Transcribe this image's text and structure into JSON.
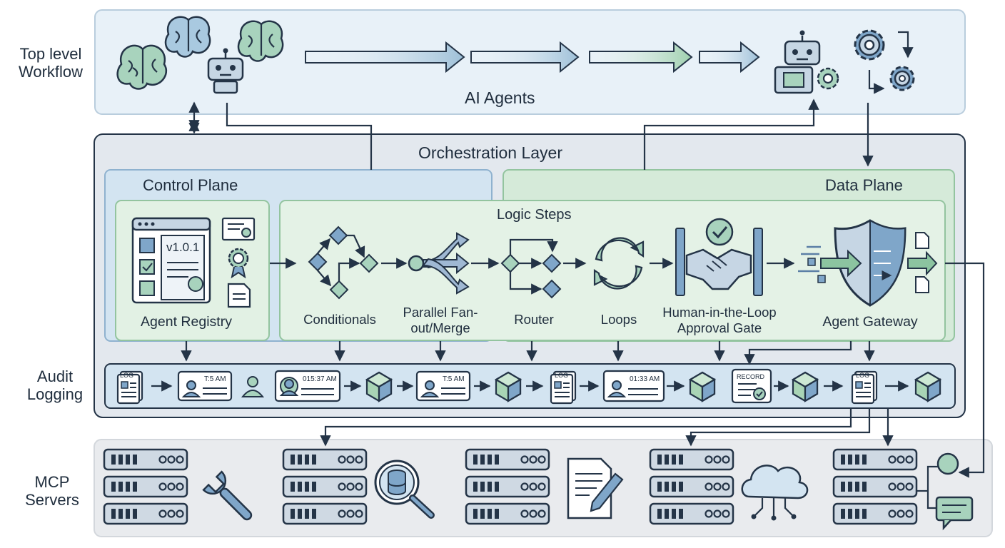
{
  "rows": {
    "top": "Top level Workflow",
    "audit": "Audit Logging",
    "mcp": "MCP Servers"
  },
  "top": {
    "ai_agents": "AI Agents"
  },
  "orchestration": {
    "title": "Orchestration Layer"
  },
  "control_plane": {
    "title": "Control Plane"
  },
  "data_plane": {
    "title": "Data Plane"
  },
  "registry": {
    "label": "Agent Registry",
    "version": "v1.0.1"
  },
  "logic_steps": {
    "title": "Logic Steps",
    "conditionals": "Conditionals",
    "parallel": "Parallel Fan-out/Merge",
    "router": "Router",
    "loops": "Loops",
    "hitl": "Human-in-the-Loop Approval Gate"
  },
  "gateway": {
    "label": "Agent Gateway"
  },
  "audit_cards": {
    "log": "LOG",
    "t1": "T:5 AM",
    "t2": "015:37 AM",
    "t3": "T:5 AM",
    "t4": "01:33 AM",
    "record": "RECORD"
  },
  "colors": {
    "blue_fill": "#d6e6f2",
    "green_fill": "#d9ecdc",
    "panel_fill": "#e3e8ee",
    "stroke": "#243447",
    "green_accent": "#8cc4a0",
    "blue_accent": "#5b7fa6"
  },
  "icons": [
    "brain-icon",
    "robot-icon",
    "gear-icon",
    "server-icon",
    "wrench-icon",
    "magnifier-database-icon",
    "document-pen-icon",
    "cloud-icon",
    "chat-icon",
    "shield-icon",
    "handshake-icon",
    "cube-icon",
    "log-icon",
    "id-card-icon"
  ]
}
